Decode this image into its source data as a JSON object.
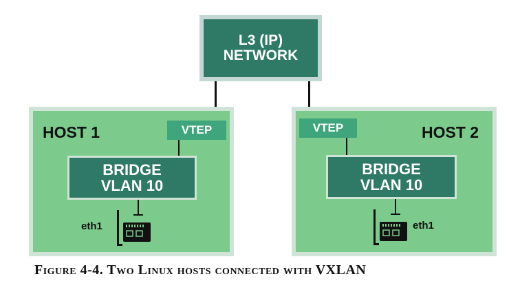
{
  "network": {
    "line1": "L3 (IP)",
    "line2": "NETWORK"
  },
  "host1": {
    "label": "HOST 1",
    "vtep": "VTEP",
    "bridge_line1": "BRIDGE",
    "bridge_line2": "VLAN 10",
    "nic": "eth1"
  },
  "host2": {
    "label": "HOST 2",
    "vtep": "VTEP",
    "bridge_line1": "BRIDGE",
    "bridge_line2": "VLAN 10",
    "nic": "eth1"
  },
  "caption": "Figure 4-4. Two Linux hosts connected with VXLAN",
  "colors": {
    "host": "#7ccb8d",
    "dark": "#2f7a66",
    "vtep": "#3fa57c"
  },
  "icons": {
    "nic": "network-card-icon"
  }
}
